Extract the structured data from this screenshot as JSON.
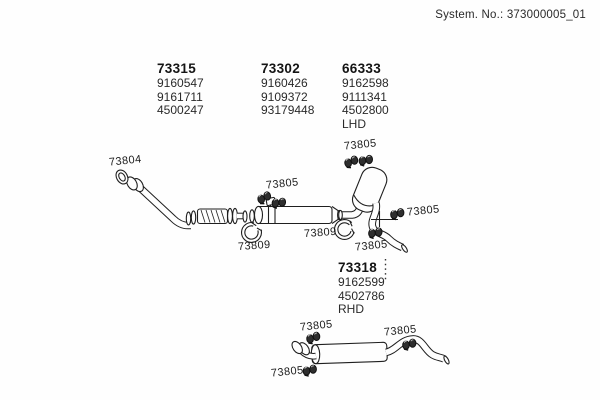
{
  "header": {
    "system_no": "System. No.: 373000005_01"
  },
  "part_groups": [
    {
      "part": "73315",
      "refs": [
        "9160547",
        "9161711",
        "4500247"
      ]
    },
    {
      "part": "73302",
      "refs": [
        "9160426",
        "9109372",
        "93179448"
      ]
    },
    {
      "part": "66333",
      "refs": [
        "9162598",
        "9111341",
        "4502800"
      ],
      "variant": "LHD"
    },
    {
      "part": "73318",
      "refs": [
        "9162599",
        "4502786"
      ],
      "variant": "RHD"
    }
  ],
  "callouts": {
    "gasket": "73804",
    "hanger_mid": "73805",
    "hanger_lhd_top": "73805",
    "hanger_lhd_right": "73805",
    "hanger_lhd_bottom": "73805",
    "hanger_rhd_top_left": "73805",
    "hanger_rhd_top_right": "73805",
    "hanger_rhd_bottom_left": "73805",
    "clamp_left": "73809",
    "clamp_right": "73809"
  },
  "colors": {
    "ink": "#1f1f1f",
    "background": "#fefefe"
  }
}
